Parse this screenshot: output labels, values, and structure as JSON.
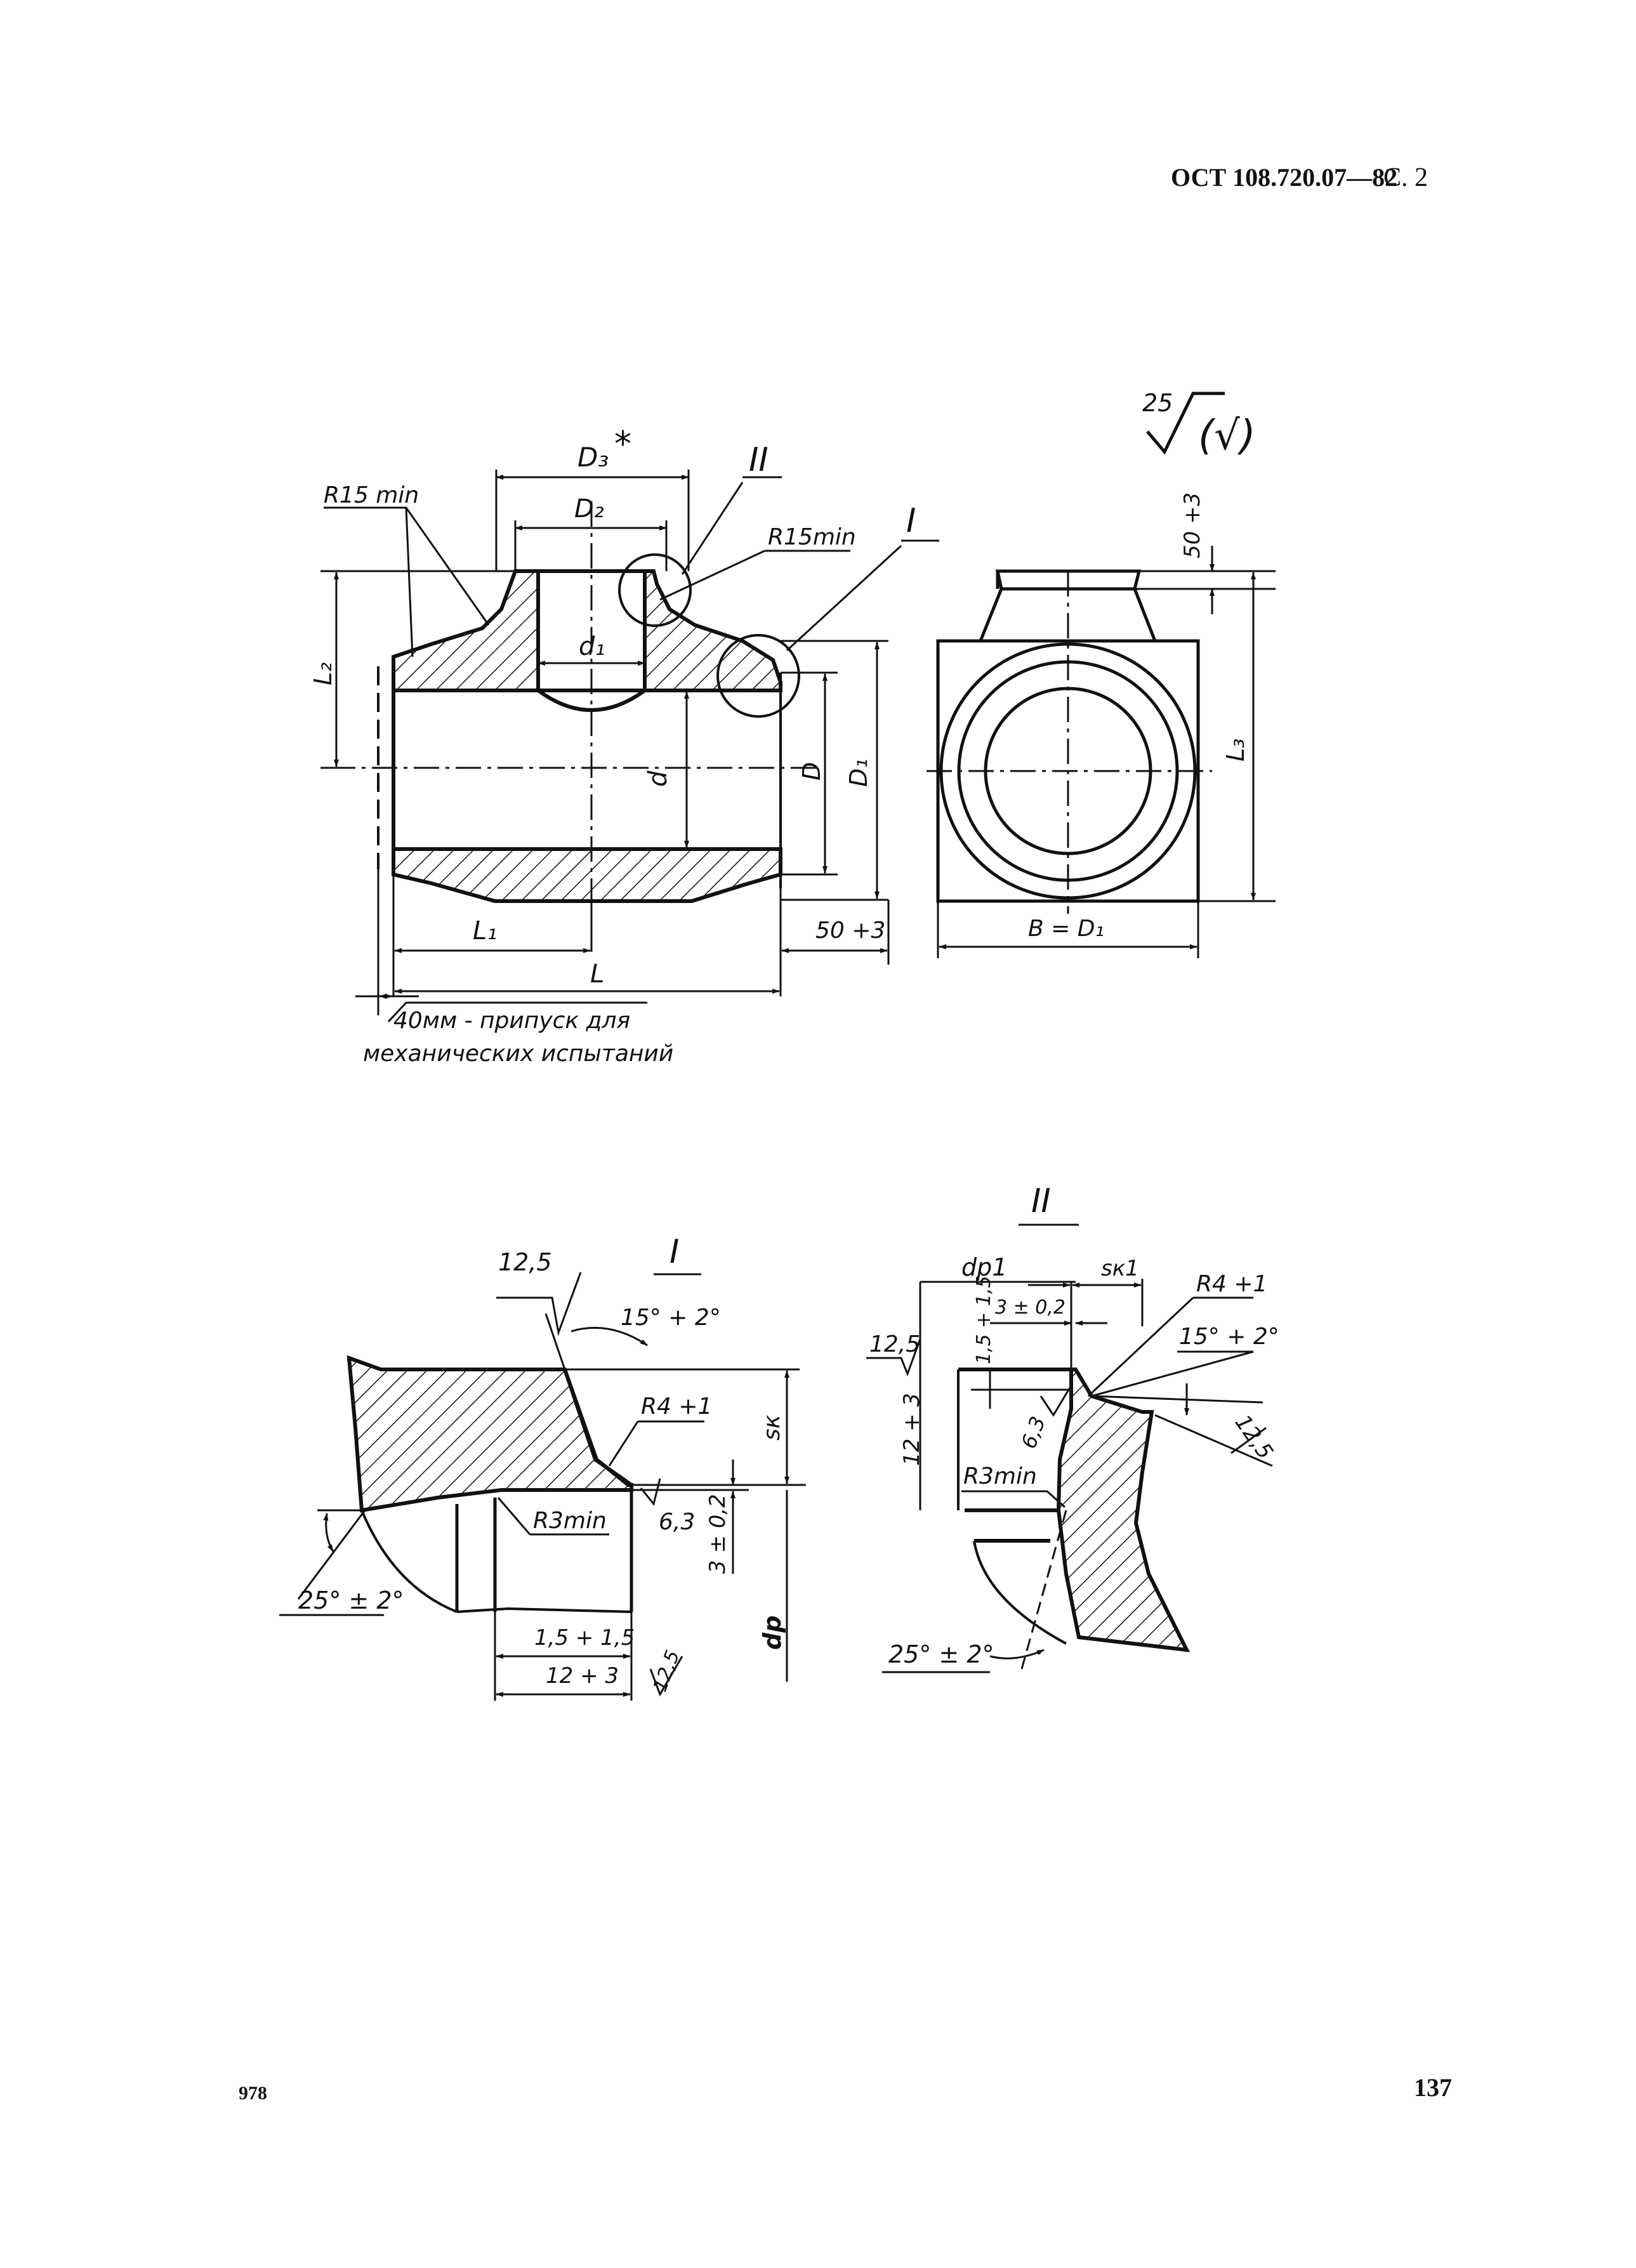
{
  "header": {
    "standard": "ОСТ 108.720.07—82",
    "page_label": "С. 2"
  },
  "footer": {
    "left_number": "978",
    "right_number": "137"
  },
  "roughness": {
    "main": "25",
    "paren": "(√)"
  },
  "main_view": {
    "D3": "D₃",
    "star": "*",
    "D2": "D₂",
    "d1": "d₁",
    "d": "d",
    "D": "D",
    "D1": "D₁",
    "L2": "L₂",
    "L1": "L₁",
    "L": "L",
    "R15_left": "R15 min",
    "R15_right": "R15min",
    "callout_I": "I",
    "callout_II": "II",
    "dim_50": "50 +3",
    "note_line1": "40мм - припуск для",
    "note_line2": "механических испытаний"
  },
  "side_view": {
    "L3": "L₃",
    "B": "B = D₁",
    "dim_50": "50 +3"
  },
  "detail_I": {
    "title": "I",
    "rough_top": "12,5",
    "angle_15": "15° + 2°",
    "R4": "R4 +1",
    "sk": "sк",
    "rough_63": "6,3",
    "R3": "R3min",
    "dim_3": "3 ± 0,2",
    "angle_25": "25° ± 2°",
    "dim_15": "1,5 + 1,5",
    "dim_12": "12 + 3",
    "rough_12_5b": "12,5",
    "dp": "dp"
  },
  "detail_II": {
    "title": "II",
    "dp1": "dp1",
    "sk1": "sк1",
    "R4": "R4 +1",
    "dim_3": "3 ± 0,2",
    "dim_15": "1,5 + 1,5",
    "rough_left": "12,5",
    "angle_15": "15° + 2°",
    "dim_12": "12 + 3",
    "rough_63": "6,3",
    "rough_right": "12,5",
    "R3": "R3min",
    "angle_25": "25° ± 2°"
  }
}
